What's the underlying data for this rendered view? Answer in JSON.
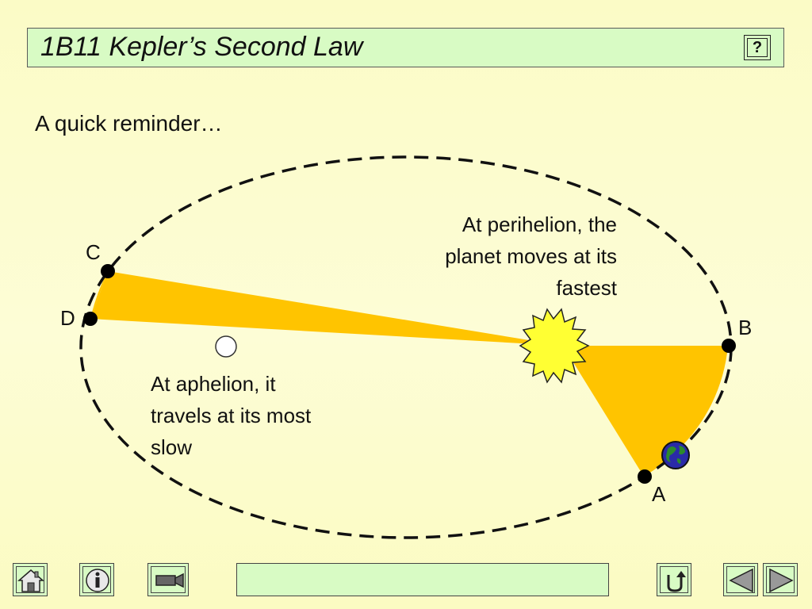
{
  "title": "1B11 Kepler’s Second Law",
  "help_button": {
    "label": "?",
    "icon": "question-mark-icon"
  },
  "subtitle": "A quick reminder…",
  "points": {
    "a": "A",
    "b": "B",
    "c": "C",
    "d": "D"
  },
  "notes": {
    "perihelion": [
      "At perihelion, the",
      "planet moves at its",
      "fastest"
    ],
    "aphelion": [
      "At aphelion, it",
      "travels at its most",
      "slow"
    ]
  },
  "colors": {
    "background": "#fbfbc6",
    "panel": "#d8fbc4",
    "swept_area": "#ffc400",
    "sun": "#ffff33",
    "planet_land": "#2c8a2c",
    "planet_ocean": "#2a2aa8"
  },
  "nav": {
    "home": "house-icon",
    "info": "info-icon",
    "video": "video-camera-icon",
    "back": "return-arrow-icon",
    "prev": "triangle-left-icon",
    "next": "triangle-right-icon"
  }
}
